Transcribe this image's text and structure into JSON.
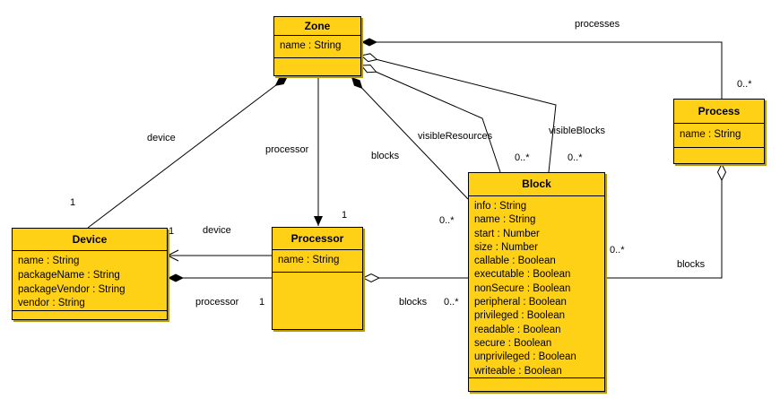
{
  "diagram_type": "uml-class-diagram",
  "colors": {
    "class_fill": "#FFD116",
    "class_border": "#000000",
    "class_shadow": "#B89B00",
    "line": "#000000",
    "background": "#FFFFFF"
  },
  "classes": [
    {
      "name": "Zone",
      "attributes": [
        "name : String"
      ]
    },
    {
      "name": "Process",
      "attributes": [
        "name : String"
      ]
    },
    {
      "name": "Block",
      "attributes": [
        "info : String",
        "name : String",
        "start : Number",
        "size : Number",
        "callable : Boolean",
        "executable : Boolean",
        "nonSecure : Boolean",
        "peripheral : Boolean",
        "privileged : Boolean",
        "readable : Boolean",
        "secure : Boolean",
        "unprivileged : Boolean",
        "writeable : Boolean"
      ]
    },
    {
      "name": "Device",
      "attributes": [
        "name : String",
        "packageName : String",
        "packageVendor : String",
        "vendor : String"
      ]
    },
    {
      "name": "Processor",
      "attributes": [
        "name : String"
      ]
    }
  ],
  "associations": [
    {
      "label": "processes",
      "type": "composition",
      "from": "Zone",
      "to": "Process",
      "multiplicity": "0..*"
    },
    {
      "label": "visibleBlocks",
      "type": "aggregation",
      "from": "Zone",
      "to": "Block",
      "multiplicity": "0..*"
    },
    {
      "label": "visibleResources",
      "type": "aggregation",
      "from": "Zone",
      "to": "Block",
      "multiplicity": "0..*"
    },
    {
      "label": "blocks",
      "type": "composition",
      "from": "Zone",
      "to": "Block",
      "multiplicity": "0..*"
    },
    {
      "label": "device",
      "type": "composition",
      "from": "Zone",
      "to": "Device",
      "multiplicity": "1"
    },
    {
      "label": "processor",
      "type": "directed",
      "from": "Zone",
      "to": "Processor",
      "multiplicity": "1"
    },
    {
      "label": "device",
      "type": "directed",
      "from": "Processor",
      "to": "Device",
      "multiplicity": "1"
    },
    {
      "label": "processor",
      "type": "composition",
      "from": "Device",
      "to": "Processor",
      "multiplicity": "1"
    },
    {
      "label": "blocks",
      "type": "aggregation",
      "from": "Processor",
      "to": "Block",
      "multiplicity": "0..*"
    },
    {
      "label": "blocks",
      "type": "aggregation",
      "from": "Process",
      "to": "Block",
      "multiplicity": "0..*"
    }
  ]
}
